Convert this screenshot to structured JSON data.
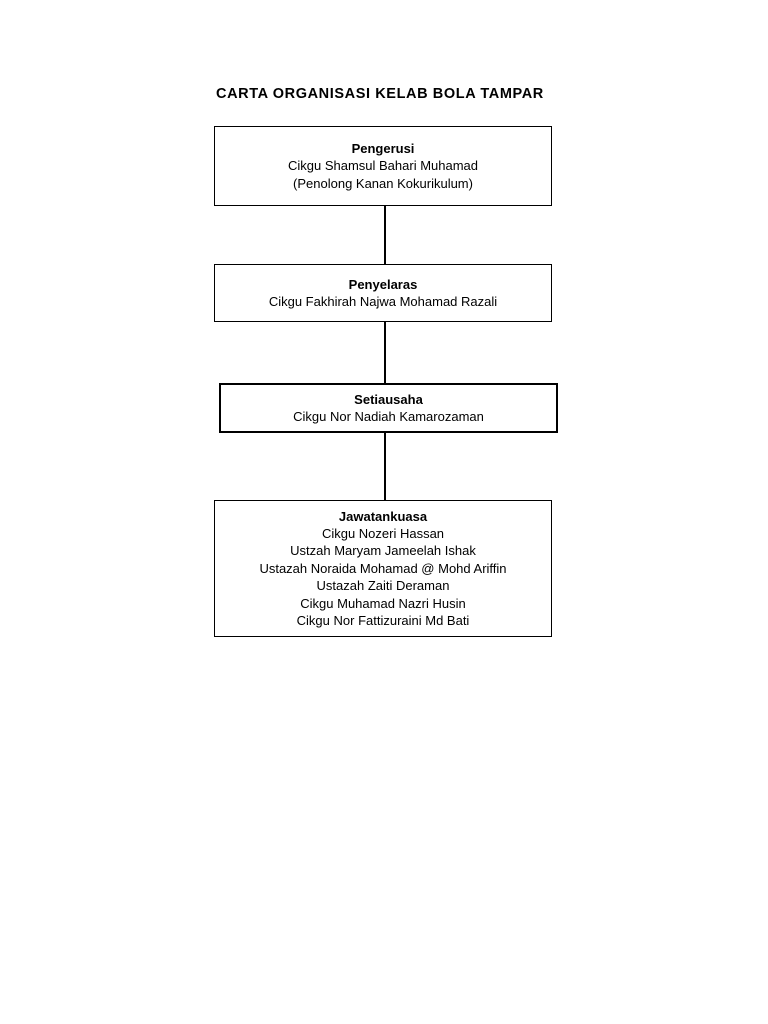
{
  "document": {
    "title": "CARTA ORGANISASI KELAB BOLA TAMPAR"
  },
  "chart_data": {
    "type": "diagram",
    "diagram_type": "organizational-chart",
    "title": "CARTA ORGANISASI KELAB BOLA TAMPAR",
    "orientation": "vertical",
    "nodes": [
      {
        "id": "pengerusi",
        "role": "Pengerusi",
        "lines": [
          "Cikgu Shamsul Bahari Muhamad",
          "(Penolong Kanan Kokurikulum)"
        ]
      },
      {
        "id": "penyelaras",
        "role": "Penyelaras",
        "lines": [
          "Cikgu Fakhirah Najwa Mohamad Razali"
        ]
      },
      {
        "id": "setiausaha",
        "role": "Setiausaha",
        "lines": [
          "Cikgu Nor Nadiah Kamarozaman"
        ]
      },
      {
        "id": "jawatankuasa",
        "role": "Jawatankuasa",
        "lines": [
          "Cikgu Nozeri Hassan",
          "Ustzah Maryam Jameelah Ishak",
          "Ustazah Noraida Mohamad @ Mohd Ariffin",
          "Ustazah Zaiti Deraman",
          "Cikgu Muhamad Nazri Husin",
          "Cikgu Nor Fattizuraini Md Bati"
        ]
      }
    ],
    "edges": [
      {
        "from": "pengerusi",
        "to": "penyelaras"
      },
      {
        "from": "penyelaras",
        "to": "setiausaha"
      },
      {
        "from": "setiausaha",
        "to": "jawatankuasa"
      }
    ],
    "colors": {
      "background": "#ffffff",
      "box_border": "#000000",
      "text": "#000000",
      "connector": "#000000"
    }
  }
}
